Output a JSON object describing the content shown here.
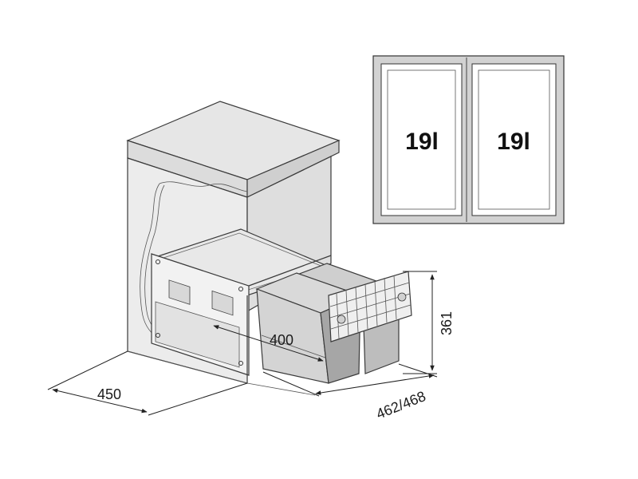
{
  "plan_view": {
    "left_compartment": "19l",
    "right_compartment": "19l"
  },
  "dimensions": {
    "depth": "450",
    "inner_width": "400",
    "height": "361",
    "width_range": "462/468"
  },
  "colors": {
    "cabinet_fill": "#e6e6e6",
    "cabinet_shadow": "#c9c9c9",
    "bin_fill": "#d4d4d4",
    "bin_dark": "#9a9a9a",
    "line": "#3a3a3a",
    "plan_frame_fill": "#d2d2d2"
  }
}
